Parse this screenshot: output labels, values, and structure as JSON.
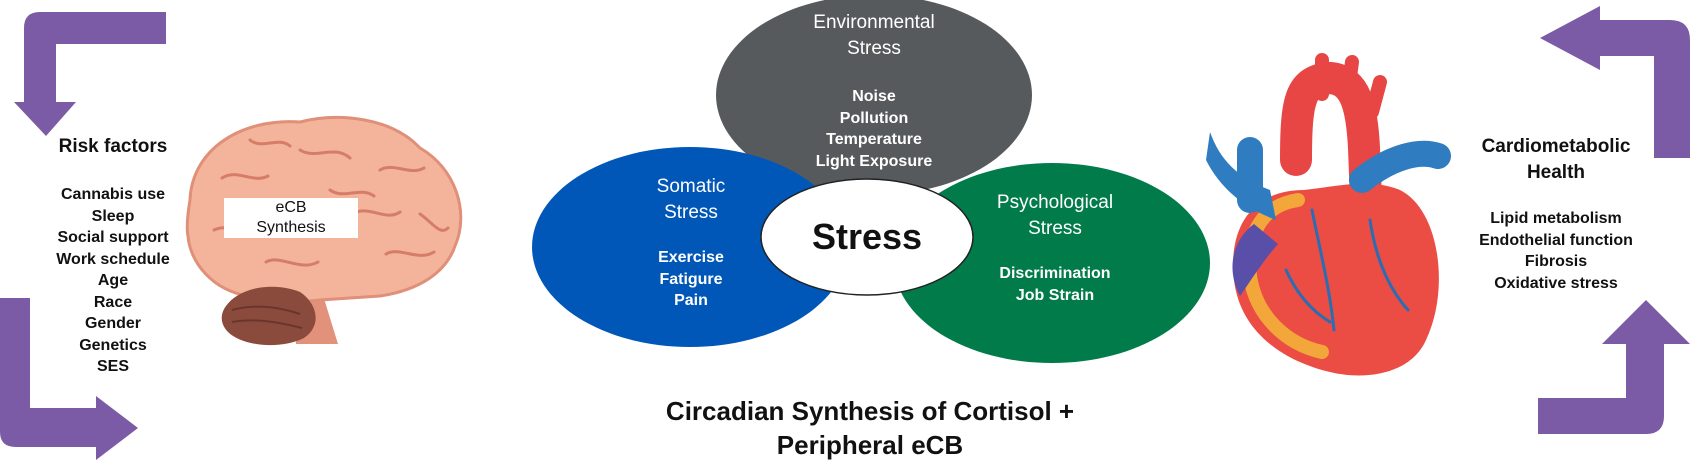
{
  "risk_factors": {
    "title": "Risk factors",
    "items": [
      "Cannabis use",
      "Sleep",
      "Social support",
      "Work schedule",
      "Age",
      "Race",
      "Gender",
      "Genetics",
      "SES"
    ]
  },
  "brain": {
    "label": "eCB\nSynthesis"
  },
  "stressors": {
    "environmental": {
      "title": "Environmental\nStress",
      "items": [
        "Noise",
        "Pollution",
        "Temperature",
        "Light Exposure"
      ],
      "color": "#575a5c"
    },
    "somatic": {
      "title": "Somatic\nStress",
      "items": [
        "Exercise",
        "Fatigure",
        "Pain"
      ],
      "color": "#0157b7"
    },
    "psychological": {
      "title": "Psychological\nStress",
      "items": [
        "Discrimination",
        "Job Strain"
      ],
      "color": "#017b4a"
    },
    "center": "Stress"
  },
  "caption": "Circadian Synthesis of Cortisol +\nPeripheral eCB",
  "cardiometabolic": {
    "title": "Cardiometabolic\nHealth",
    "items": [
      "Lipid metabolism",
      "Endothelial function",
      "Fibrosis",
      "Oxidative stress"
    ]
  },
  "colors": {
    "arrow": "#7b5ba6"
  },
  "icons": [
    "brain-icon",
    "heart-icon"
  ]
}
